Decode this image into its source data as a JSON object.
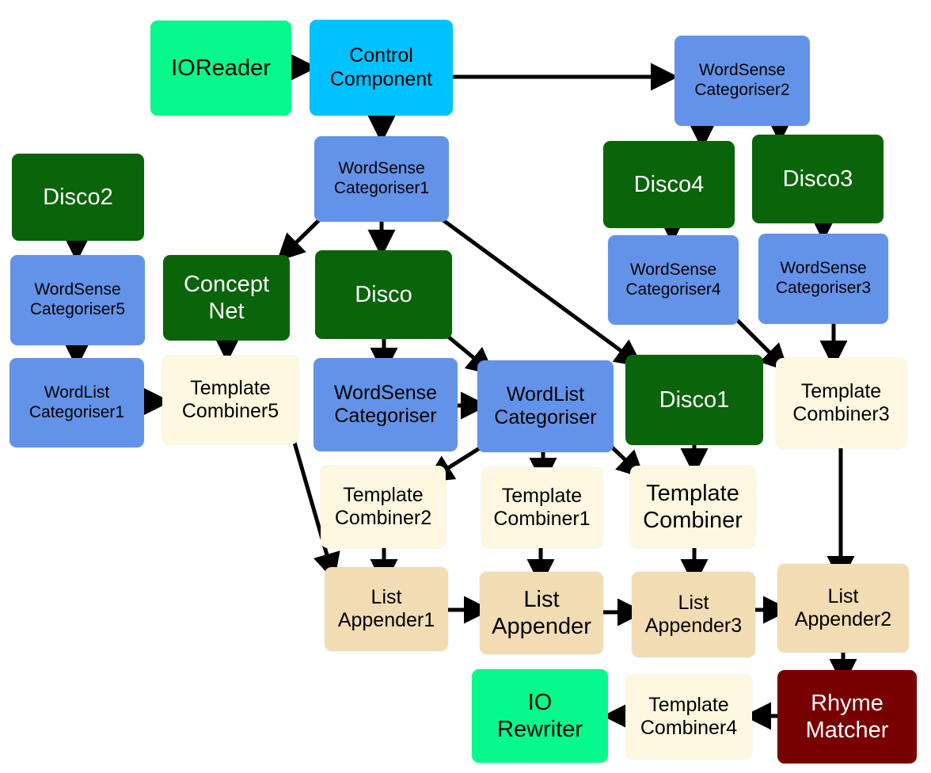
{
  "nodes": {
    "ioreader": [
      "IOReader"
    ],
    "control": [
      "Control",
      "Component"
    ],
    "wsc1": [
      "WordSense",
      "Categoriser1"
    ],
    "wsc2": [
      "WordSense",
      "Categoriser2"
    ],
    "wsc3": [
      "WordSense",
      "Categoriser3"
    ],
    "wsc4": [
      "WordSense",
      "Categoriser4"
    ],
    "wsc5": [
      "WordSense",
      "Categoriser5"
    ],
    "wsc": [
      "WordSense",
      "Categoriser"
    ],
    "disco": [
      "Disco"
    ],
    "disco1": [
      "Disco1"
    ],
    "disco2": [
      "Disco2"
    ],
    "disco3": [
      "Disco3"
    ],
    "disco4": [
      "Disco4"
    ],
    "conceptnet": [
      "Concept",
      "Net"
    ],
    "wlc": [
      "WordList",
      "Categoriser"
    ],
    "wlc1": [
      "WordList",
      "Categoriser1"
    ],
    "tc": [
      "Template",
      "Combiner"
    ],
    "tc1": [
      "Template",
      "Combiner1"
    ],
    "tc2": [
      "Template",
      "Combiner2"
    ],
    "tc3": [
      "Template",
      "Combiner3"
    ],
    "tc4": [
      "Template",
      "Combiner4"
    ],
    "tc5": [
      "Template",
      "Combiner5"
    ],
    "la": [
      "List",
      "Appender"
    ],
    "la1": [
      "List",
      "Appender1"
    ],
    "la2": [
      "List",
      "Appender2"
    ],
    "la3": [
      "List",
      "Appender3"
    ],
    "rhyme": [
      "Rhyme",
      "Matcher"
    ],
    "iorewriter": [
      "IO",
      "Rewriter"
    ]
  },
  "colors": {
    "io": "#06f98b",
    "control": "#00c2fe",
    "categoriser": "#6393e8",
    "disco": "#0a640a",
    "template_combiner": "#fff8e0",
    "list_appender": "#f2dcb4",
    "rhyme_matcher": "#790000",
    "arrow": "#000000"
  }
}
